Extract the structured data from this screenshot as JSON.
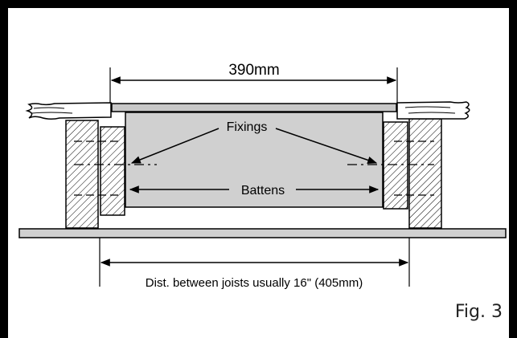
{
  "diagram": {
    "width_label": "390mm",
    "fixings_label": "Fixings",
    "battens_label": "Battens",
    "joist_distance_label": "Dist. between joists usually 16\" (405mm)",
    "figure_label": "Fig. 3",
    "colors": {
      "frame": "#000000",
      "board": "#c8c8c8",
      "floor_board": "#d0d0d0",
      "line": "#000000",
      "background": "#ffffff"
    }
  }
}
